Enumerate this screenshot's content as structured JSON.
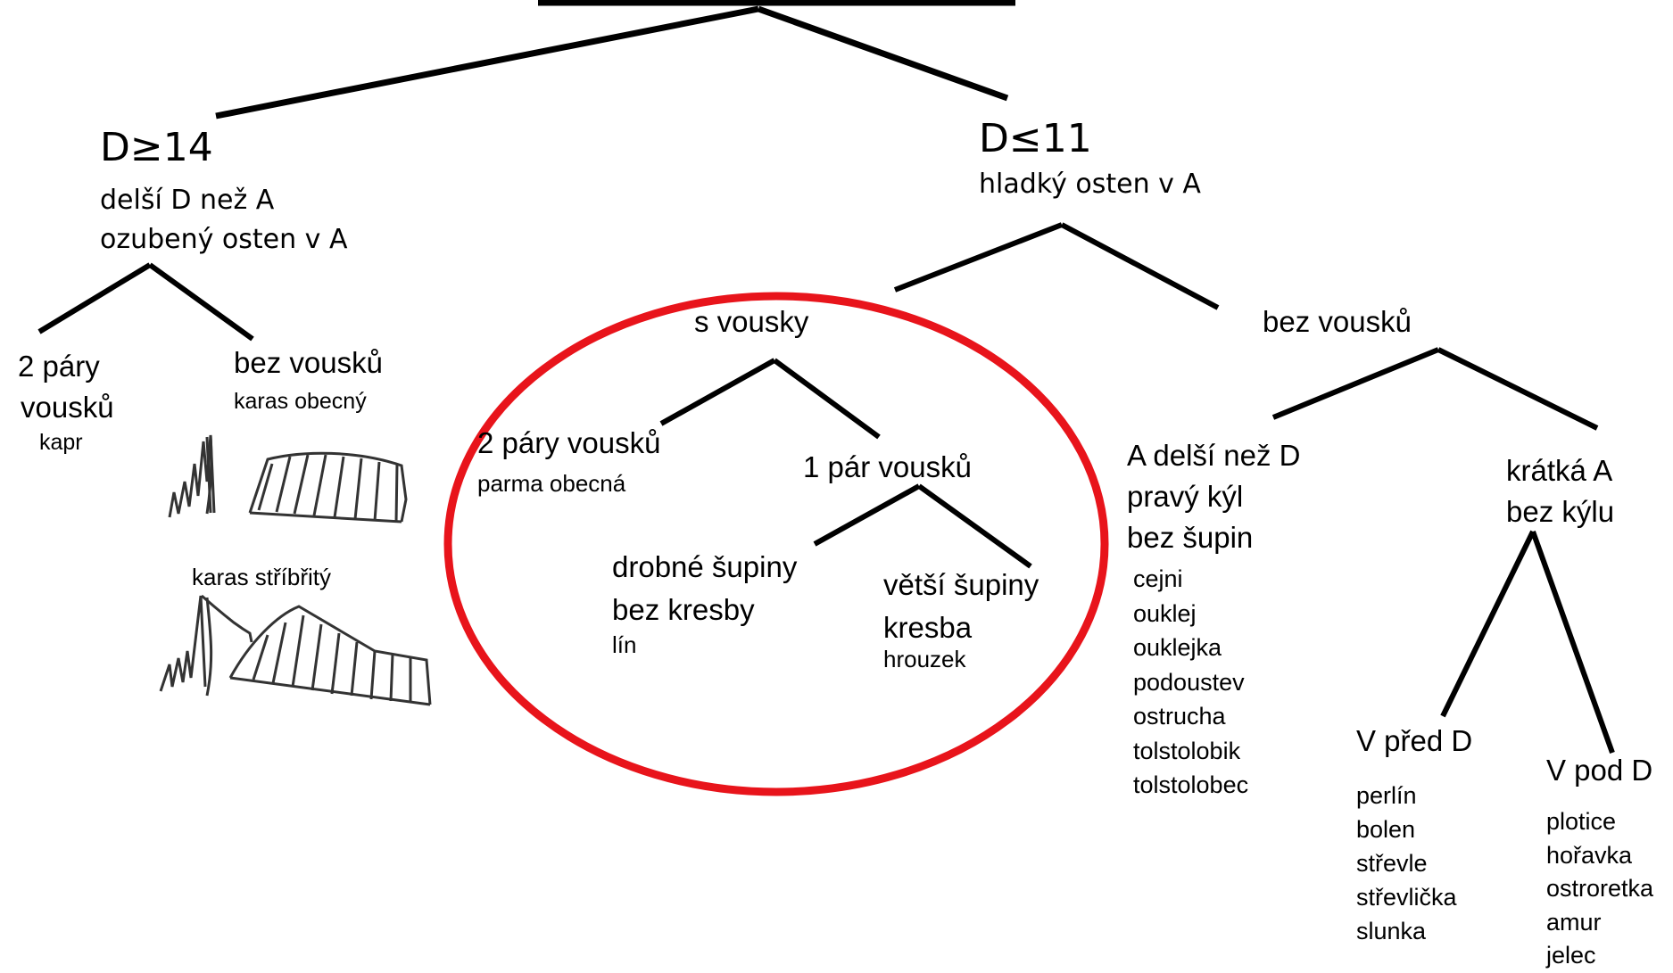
{
  "root": {
    "left": {
      "title": "D≥14",
      "lines": [
        "delší D než A",
        "ozubený osten v A"
      ],
      "children": {
        "a": {
          "lines": [
            "2 páry",
            "vousků"
          ],
          "species": "kapr"
        },
        "b": {
          "label": "bez vousků",
          "species": "karas obecný"
        },
        "c": {
          "species": "karas stříbřitý"
        }
      }
    },
    "right": {
      "title": "D≤11",
      "lines": [
        "hladký osten v A"
      ],
      "s_vousky": {
        "label": "s vousky",
        "two_pairs": {
          "label": "2 páry vousků",
          "species": "parma obecná"
        },
        "one_pair": {
          "label": "1 pár vousků",
          "small_scales": {
            "lines": [
              "drobné šupiny",
              "bez kresby"
            ],
            "species": "lín"
          },
          "big_scales": {
            "lines": [
              "větší šupiny",
              "kresba"
            ],
            "species": "hrouzek"
          }
        }
      },
      "bez_vousku": {
        "label": "bez vousků",
        "a_longer": {
          "lines": [
            "A delší než D",
            "pravý kýl",
            "bez šupin"
          ],
          "species": [
            "cejni",
            "ouklej",
            "ouklejka",
            "podoustev",
            "ostrucha",
            "tolstolobik",
            "tolstolobec"
          ]
        },
        "short_a": {
          "lines": [
            "krátká A",
            "bez kýlu"
          ],
          "v_pred": {
            "label": "V před D",
            "species": [
              "perlín",
              "bolen",
              "střevle",
              "střevlička",
              "slunka"
            ]
          },
          "v_pod": {
            "label": "V pod D",
            "species": [
              "plotice",
              "hořavka",
              "ostroretka",
              "amur",
              "jelec"
            ]
          }
        }
      }
    }
  },
  "colors": {
    "line": "#000000",
    "highlight_ellipse": "#e8141b",
    "sketch": "#333333"
  }
}
